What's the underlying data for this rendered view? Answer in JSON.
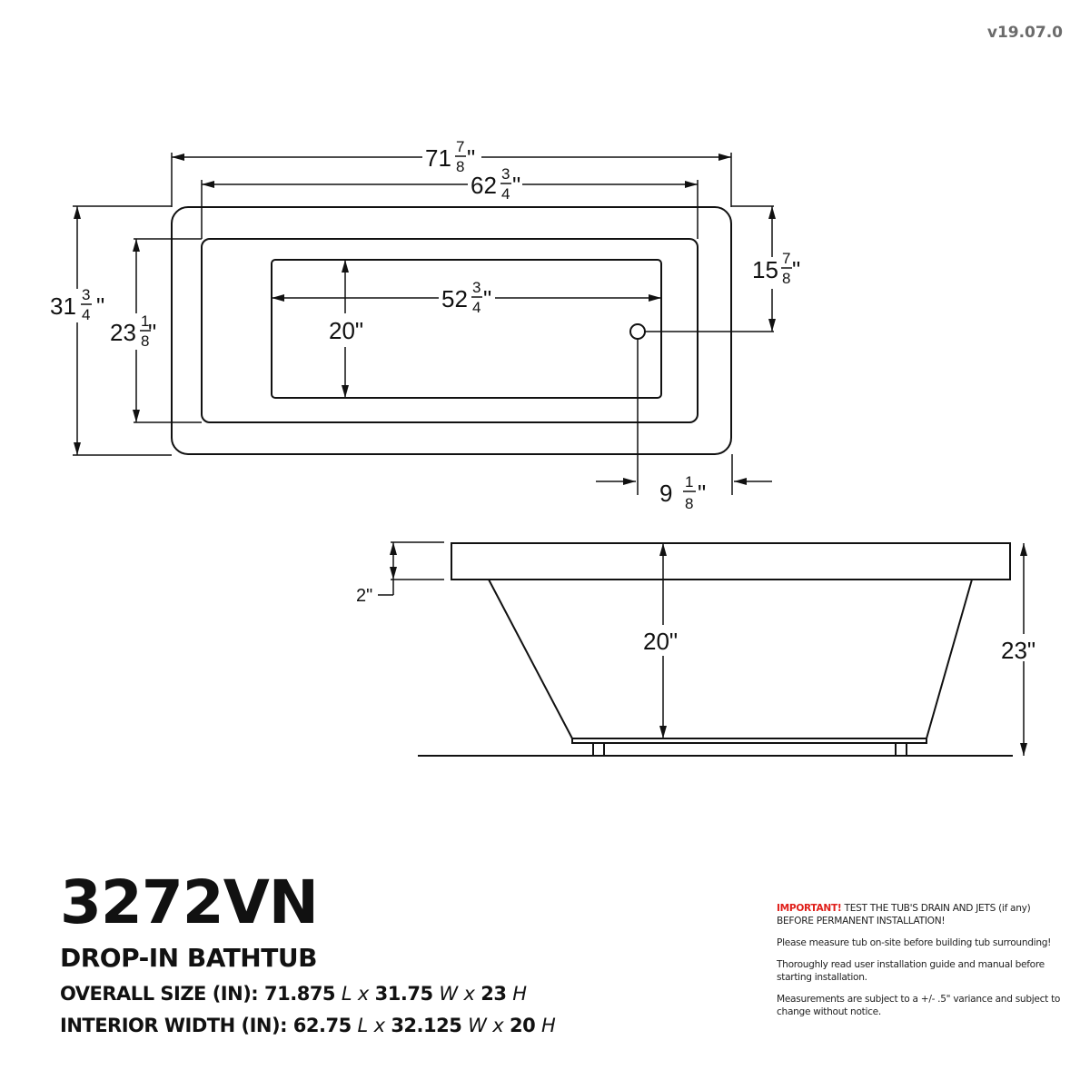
{
  "version": "v19.07.0",
  "top_view": {
    "overall_length": {
      "whole": "71",
      "num": "7",
      "den": "8",
      "unit": "\""
    },
    "interior_length": {
      "whole": "62",
      "num": "3",
      "den": "4",
      "unit": "\""
    },
    "floor_length": {
      "whole": "52",
      "num": "3",
      "den": "4",
      "unit": "\""
    },
    "overall_width": {
      "whole": "31",
      "num": "3",
      "den": "4",
      "unit": "\""
    },
    "interior_width": {
      "whole": "23",
      "num": "1",
      "den": "8",
      "unit": "\""
    },
    "floor_width": {
      "label": "20\""
    },
    "drain_from_side": {
      "whole": "15",
      "num": "7",
      "den": "8",
      "unit": "\""
    },
    "drain_from_end": {
      "whole": "9",
      "num": "1",
      "den": "8",
      "unit": "\""
    }
  },
  "side_view": {
    "rim_thickness": "2\"",
    "interior_depth": "20\"",
    "overall_height": "23\""
  },
  "product": {
    "model": "3272VN",
    "type": "DROP-IN BATHTUB",
    "overall_size": {
      "label": "OVERALL SIZE (IN):",
      "l": "71.875",
      "w": "31.75",
      "h": "23"
    },
    "interior": {
      "label": "INTERIOR WIDTH (IN):",
      "l": "62.75",
      "w": "32.125",
      "h": "20"
    },
    "units": {
      "l": "L",
      "w": "W",
      "h": "H",
      "x": "x"
    }
  },
  "notes": {
    "important_label": "IMPORTANT!",
    "important_text": " TEST THE TUB'S DRAIN AND JETS (if any) BEFORE PERMANENT INSTALLATION!",
    "note2": "Please measure tub on-site before building tub surrounding!",
    "note3": "Thoroughly read user installation guide and manual before starting installation.",
    "note4": "Measurements are subject to a +/- .5\" variance and subject to change without notice."
  },
  "colors": {
    "accent_red": "#e0201b",
    "line": "#111111",
    "version_gray": "#6b6b6b"
  }
}
